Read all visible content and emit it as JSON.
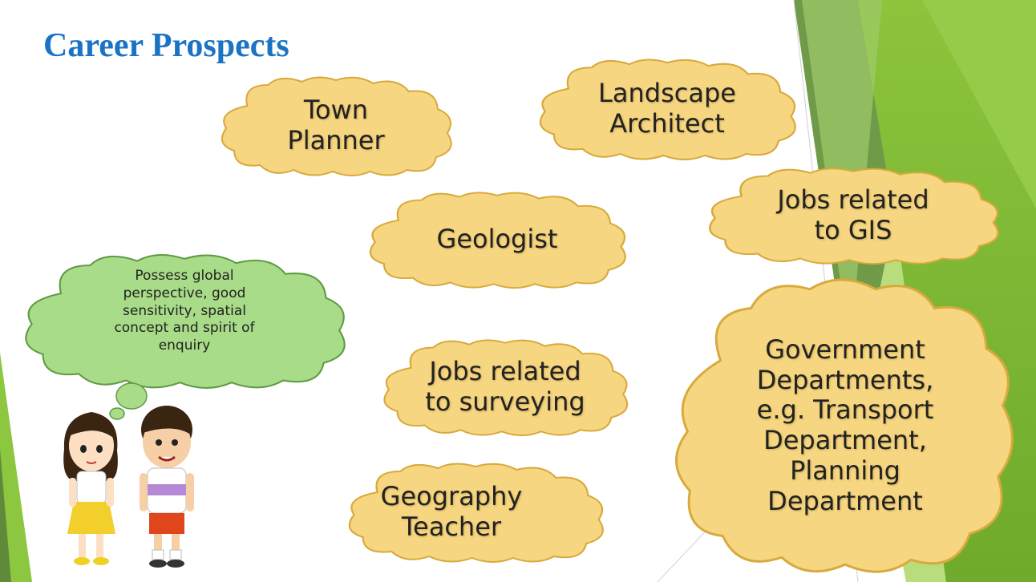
{
  "title": "Career Prospects",
  "careers": [
    {
      "label": "Town\nPlanner"
    },
    {
      "label": "Landscape\nArchitect"
    },
    {
      "label": "Jobs related\nto GIS"
    },
    {
      "label": "Geologist"
    },
    {
      "label": "Jobs related\nto surveying"
    },
    {
      "label": "Government\nDepartments,\ne.g. Transport\nDepartment,\nPlanning\nDepartment"
    },
    {
      "label": "Geography\nTeacher"
    }
  ],
  "thought": {
    "label": "Possess global\nperspective, good\nsensitivity, spatial\nconcept and spirit of\nenquiry"
  },
  "colors": {
    "title": "#1a73c5",
    "cloud_fill": "#f6d680",
    "cloud_stroke": "#d8a93c",
    "thought_fill": "#a8dc88",
    "thought_stroke": "#5e9a45",
    "accent_green": "#8dc63f",
    "accent_dark_green": "#5f8a3a"
  }
}
